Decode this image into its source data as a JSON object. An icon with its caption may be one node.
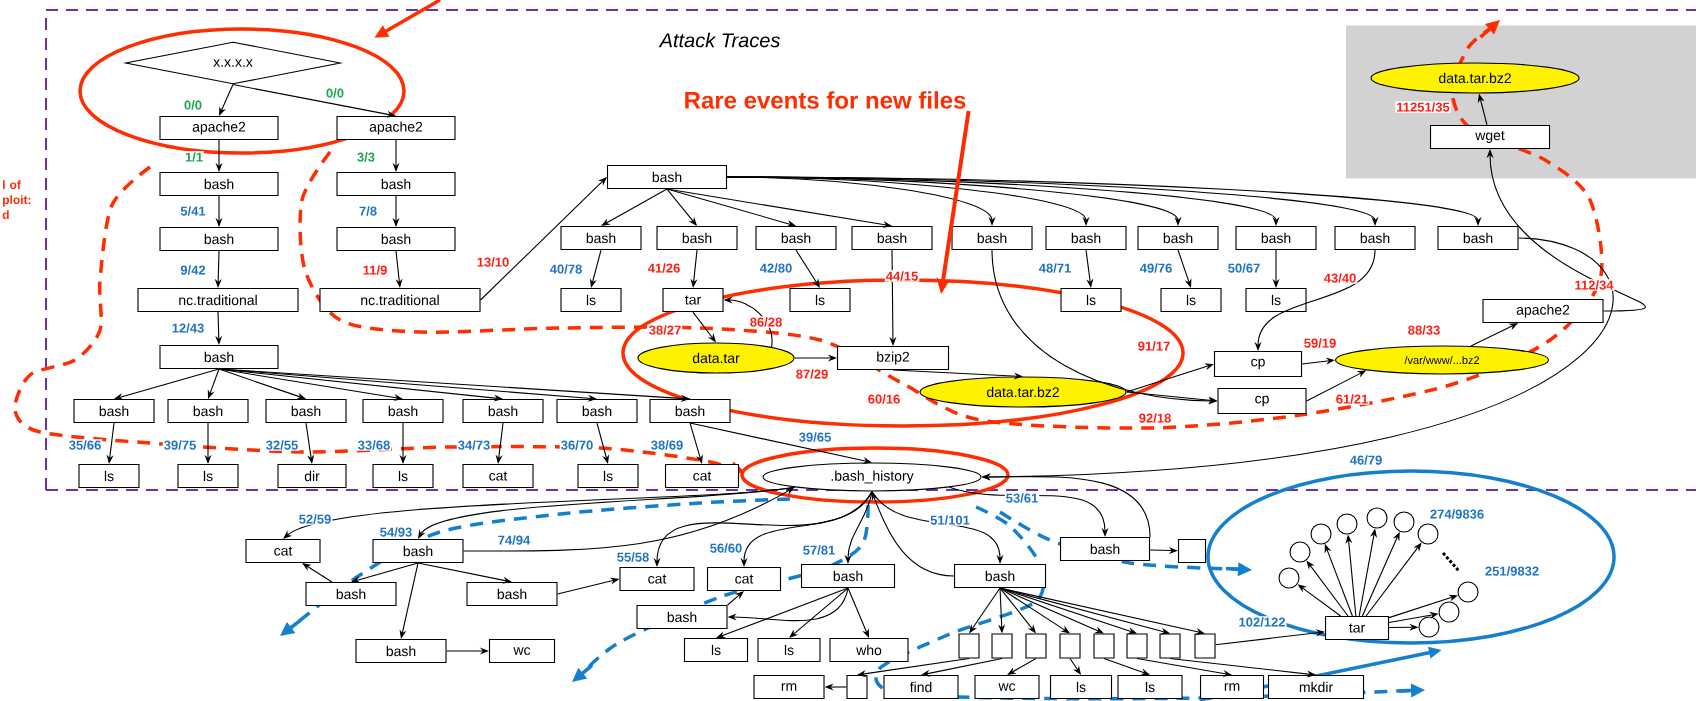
{
  "diagram": {
    "nodes": [
      {
        "text": [
          "Attack Traces"
        ]
      },
      {
        "text": [
          "x.x.x.x"
        ],
        "in": 0
      },
      {
        "text": [
          "apache2"
        ],
        "in": 0
      },
      {
        "text": [
          "apache2"
        ],
        "in": 0
      },
      {
        "text": [
          "bash"
        ],
        "in": 0
      },
      {
        "text": [
          "bash"
        ],
        "in": 0
      },
      {
        "text": [
          "nc.traditional"
        ],
        "in": 0
      },
      {
        "text": [
          "bash"
        ],
        "in": 0
      },
      {
        "text": [
          "bash"
        ],
        "in": 0
      },
      {
        "text": [
          "nc.traditional"
        ],
        "in": 0
      },
      {
        "text": [
          "bash"
        ],
        "in": 0
      },
      {
        "text": [
          "bash"
        ],
        "in": 0
      },
      {
        "text": [
          "bash"
        ],
        "in": 0
      },
      {
        "text": [
          "bash"
        ],
        "in": 0
      },
      {
        "text": [
          "bash"
        ],
        "in": 0
      },
      {
        "text": [
          "bash"
        ],
        "in": 0
      },
      {
        "text": [
          "bash"
        ],
        "in": 0
      },
      {
        "text": [
          "bash"
        ],
        "in": 0
      },
      {
        "text": [
          "ls"
        ],
        "in": 0
      },
      {
        "text": [
          "ls"
        ],
        "in": 0
      },
      {
        "text": [
          "dir"
        ],
        "in": 0
      },
      {
        "text": [
          "ls"
        ],
        "in": 0
      },
      {
        "text": [
          "cat"
        ],
        "in": 0
      },
      {
        "text": [
          "ls"
        ],
        "in": 0
      },
      {
        "text": [
          "cat"
        ],
        "in": 0
      },
      {
        "text": [
          "bash"
        ],
        "in": 0
      },
      {
        "text": [
          "bash"
        ],
        "in": 0
      },
      {
        "text": [
          "bash"
        ],
        "in": 0
      },
      {
        "text": [
          "bash"
        ],
        "in": 0
      },
      {
        "text": [
          "bash"
        ],
        "in": 0
      },
      {
        "text": [
          "bash"
        ],
        "in": 0
      },
      {
        "text": [
          "bash"
        ],
        "in": 0
      },
      {
        "text": [
          "bash"
        ],
        "in": 0
      },
      {
        "text": [
          "bash"
        ],
        "in": 0
      },
      {
        "text": [
          "bash"
        ],
        "in": 0
      },
      {
        "text": [
          "bash"
        ],
        "in": 0
      },
      {
        "text": [
          "ls"
        ],
        "in": 0
      },
      {
        "text": [
          "tar"
        ],
        "in": 0
      },
      {
        "text": [
          "ls"
        ],
        "in": 0
      },
      {
        "text": [
          "ls"
        ],
        "in": 0
      },
      {
        "text": [
          "ls"
        ],
        "in": 0
      },
      {
        "text": [
          "ls"
        ],
        "in": 0
      },
      {
        "text": [
          "data.tar"
        ],
        "in": 0
      },
      {
        "text": [
          "bzip2"
        ],
        "in": 0
      },
      {
        "text": [
          "data.tar.bz2"
        ],
        "in": 0
      },
      {
        "text": [
          "cp"
        ],
        "in": 0
      },
      {
        "text": [
          "cp"
        ],
        "in": 0
      },
      {
        "text": [
          "/var/www/...bz2"
        ],
        "in": 0
      },
      {
        "text": [
          "apache2"
        ],
        "in": 0
      },
      {
        "text": [],
        "shape": "box",
        "in": 0
      },
      {
        "text": [
          "data.tar.bz2"
        ],
        "in": 49
      },
      {
        "text": [
          "wget"
        ],
        "in": 49
      },
      {
        "text": [
          ".bash_history"
        ],
        "in": 0
      },
      {
        "text": [
          "cat"
        ]
      },
      {
        "text": [
          "bash"
        ]
      },
      {
        "text": [
          "bash"
        ]
      },
      {
        "text": [
          "bash"
        ]
      },
      {
        "text": [
          "bash"
        ]
      },
      {
        "text": [
          "wc"
        ]
      },
      {
        "text": [
          "cat"
        ]
      },
      {
        "text": [
          "cat"
        ]
      },
      {
        "text": [
          "bash"
        ]
      },
      {
        "text": [
          "bash"
        ]
      },
      {
        "text": [
          "bash"
        ]
      },
      {
        "text": [
          "ls"
        ]
      },
      {
        "text": [
          "ls"
        ]
      },
      {
        "text": [
          "who"
        ]
      },
      {
        "text": [
          "bash"
        ]
      },
      {
        "text": [],
        "shape": "box"
      },
      {
        "text": [],
        "shape": "box"
      },
      {
        "text": [],
        "shape": "box"
      },
      {
        "text": [],
        "shape": "box"
      },
      {
        "text": [],
        "shape": "box"
      },
      {
        "text": [],
        "shape": "box"
      },
      {
        "text": [],
        "shape": "box"
      },
      {
        "text": [],
        "shape": "box"
      },
      {
        "text": [],
        "shape": "box"
      },
      {
        "text": [
          "rm"
        ]
      },
      {
        "text": [],
        "shape": "box"
      },
      {
        "text": [
          "find"
        ]
      },
      {
        "text": [
          "wc"
        ]
      },
      {
        "text": [
          "ls"
        ]
      },
      {
        "text": [
          "ls"
        ]
      },
      {
        "text": [
          "rm"
        ]
      },
      {
        "text": [
          "mkdir"
        ]
      },
      {
        "text": [
          "tar"
        ]
      },
      {
        "text": [],
        "shape": "circle"
      },
      {
        "text": [],
        "shape": "circle"
      },
      {
        "text": [],
        "shape": "circle"
      },
      {
        "text": [],
        "shape": "circle"
      },
      {
        "text": [],
        "shape": "circle"
      },
      {
        "text": [],
        "shape": "circle"
      },
      {
        "text": [],
        "shape": "circle",
        "beside": [
          "274/9836"
        ]
      },
      {
        "text": [],
        "shape": "circle",
        "beside": [
          "251/9832"
        ]
      },
      {
        "text": [],
        "shape": "circle"
      },
      {
        "text": [],
        "shape": "circle"
      },
      {
        "text": [
          "Rare events for new files"
        ],
        "in": 0
      }
    ],
    "edges": [
      {
        "from": 1,
        "to": 2,
        "arrow": "to",
        "label": "0/0"
      },
      {
        "from": 1,
        "to": 3,
        "arrow": "to",
        "label": "0/0"
      },
      {
        "from": 2,
        "to": 4,
        "arrow": "to",
        "label": "1/1"
      },
      {
        "from": 3,
        "to": 7,
        "arrow": "to",
        "label": "3/3"
      },
      {
        "from": 4,
        "to": 5,
        "arrow": "to",
        "label": "5/41"
      },
      {
        "from": 7,
        "to": 8,
        "arrow": "to",
        "label": "7/8"
      },
      {
        "from": 5,
        "to": 6,
        "arrow": "to",
        "label": "9/42"
      },
      {
        "from": 8,
        "to": 9,
        "arrow": "to",
        "label": "11/9"
      },
      {
        "from": 6,
        "to": 10,
        "arrow": "to",
        "label": "12/43"
      },
      {
        "from": 9,
        "to": 25,
        "arrow": "to",
        "label": "13/10"
      },
      {
        "from": 10,
        "to": 11,
        "arrow": "to"
      },
      {
        "from": 10,
        "to": 12,
        "arrow": "to"
      },
      {
        "from": 10,
        "to": 13,
        "arrow": "to"
      },
      {
        "from": 10,
        "to": 14,
        "arrow": "to"
      },
      {
        "from": 10,
        "to": 15,
        "arrow": "to"
      },
      {
        "from": 10,
        "to": 16,
        "arrow": "to"
      },
      {
        "from": 10,
        "to": 17,
        "arrow": "to"
      },
      {
        "from": 11,
        "to": 18,
        "arrow": "to",
        "label": "35/66"
      },
      {
        "from": 12,
        "to": 19,
        "arrow": "to",
        "label": "39/75"
      },
      {
        "from": 13,
        "to": 20,
        "arrow": "to",
        "label": "32/55"
      },
      {
        "from": 14,
        "to": 21,
        "arrow": "to",
        "label": "33/68"
      },
      {
        "from": 15,
        "to": 22,
        "arrow": "to",
        "label": "34/73"
      },
      {
        "from": 16,
        "to": 23,
        "arrow": "to",
        "label": "36/70"
      },
      {
        "from": 17,
        "to": 24,
        "arrow": "to",
        "label": "38/69"
      },
      {
        "from": 17,
        "to": 52,
        "arrow": "to",
        "label": "39/65"
      },
      {
        "from": 25,
        "to": 26,
        "arrow": "to"
      },
      {
        "from": 25,
        "to": 27,
        "arrow": "to"
      },
      {
        "from": 25,
        "to": 28,
        "arrow": "to"
      },
      {
        "from": 25,
        "to": 29,
        "arrow": "to"
      },
      {
        "from": 25,
        "to": 30,
        "arrow": "to"
      },
      {
        "from": 25,
        "to": 31,
        "arrow": "to"
      },
      {
        "from": 25,
        "to": 32,
        "arrow": "to"
      },
      {
        "from": 25,
        "to": 33,
        "arrow": "to"
      },
      {
        "from": 25,
        "to": 34,
        "arrow": "to"
      },
      {
        "from": 25,
        "to": 35,
        "arrow": "to"
      },
      {
        "from": 26,
        "to": 36,
        "arrow": "to",
        "label": "40/78"
      },
      {
        "from": 27,
        "to": 37,
        "arrow": "to",
        "label": "41/26"
      },
      {
        "from": 28,
        "to": 38,
        "arrow": "to",
        "label": "42/80"
      },
      {
        "from": 29,
        "to": 43,
        "arrow": "to",
        "label": "44/15"
      },
      {
        "from": 31,
        "to": 39,
        "arrow": "to",
        "label": "48/71"
      },
      {
        "from": 32,
        "to": 40,
        "arrow": "to",
        "label": "49/76"
      },
      {
        "from": 33,
        "to": 41,
        "arrow": "to",
        "label": "50/67"
      },
      {
        "from": 34,
        "to": 45,
        "arrow": "to",
        "label": "43/40"
      },
      {
        "from": 30,
        "to": 46,
        "arrow": "to"
      },
      {
        "from": 44,
        "to": 45,
        "arrow": "to",
        "label": "91/17"
      },
      {
        "from": 44,
        "to": 46,
        "arrow": "to",
        "label": "92/18"
      },
      {
        "from": 45,
        "to": 47,
        "arrow": "to",
        "label": "59/19"
      },
      {
        "from": 46,
        "to": 47,
        "arrow": "to",
        "label": "61/21"
      },
      {
        "from": 47,
        "to": 48,
        "arrow": "to",
        "label": "88/33"
      },
      {
        "from": 48,
        "to": 51,
        "arrow": "to",
        "label": "112/34"
      },
      {
        "from": 51,
        "to": 50,
        "arrow": "to",
        "label": "11251/35"
      },
      {
        "from": 42,
        "to": 43,
        "arrow": "to",
        "label": "87/29"
      },
      {
        "from": 43,
        "to": 44,
        "arrow": "to",
        "label": "60/16"
      },
      {
        "from": 37,
        "to": 42,
        "arrow": "to",
        "label": "38/27"
      },
      {
        "from": 42,
        "to": 37,
        "arrow": "to",
        "label": "86/28"
      },
      {
        "from": 35,
        "to": 52,
        "arrow": "to",
        "label": "46/79"
      },
      {
        "from": 52,
        "to": 53,
        "arrow": "to",
        "label": "52/59"
      },
      {
        "from": 52,
        "to": 54,
        "arrow": "to",
        "label": "54/93"
      },
      {
        "from": 54,
        "to": 52,
        "arrow": "to",
        "label": "74/94"
      },
      {
        "from": 54,
        "to": 55,
        "arrow": "to"
      },
      {
        "from": 54,
        "to": 56,
        "arrow": "to"
      },
      {
        "from": 54,
        "to": 57,
        "arrow": "to"
      },
      {
        "from": 55,
        "to": 53,
        "arrow": "to"
      },
      {
        "from": 57,
        "to": 58,
        "arrow": "to"
      },
      {
        "from": 56,
        "to": 59,
        "arrow": "to"
      },
      {
        "from": 52,
        "to": 59,
        "arrow": "to",
        "label": "55/58"
      },
      {
        "from": 52,
        "to": 60,
        "arrow": "to",
        "label": "56/60"
      },
      {
        "from": 52,
        "to": 61,
        "arrow": "to",
        "label": "57/81"
      },
      {
        "from": 52,
        "to": 62,
        "arrow": "to",
        "label": "51/101"
      },
      {
        "from": 62,
        "to": 52,
        "arrow": "to"
      },
      {
        "from": 52,
        "to": 67,
        "arrow": "to",
        "label": "53/61"
      },
      {
        "from": 67,
        "to": 52,
        "arrow": "to"
      },
      {
        "from": 67,
        "to": 68,
        "arrow": "to"
      },
      {
        "from": 63,
        "to": 60,
        "arrow": "to"
      },
      {
        "from": 61,
        "to": 63,
        "arrow": "to"
      },
      {
        "from": 61,
        "to": 64,
        "arrow": "to"
      },
      {
        "from": 61,
        "to": 65,
        "arrow": "to"
      },
      {
        "from": 61,
        "to": 66,
        "arrow": "to"
      },
      {
        "from": 62,
        "to": 69,
        "arrow": "to"
      },
      {
        "from": 62,
        "to": 70,
        "arrow": "to"
      },
      {
        "from": 62,
        "to": 71,
        "arrow": "to"
      },
      {
        "from": 62,
        "to": 72,
        "arrow": "to"
      },
      {
        "from": 62,
        "to": 73,
        "arrow": "to"
      },
      {
        "from": 62,
        "to": 74,
        "arrow": "to"
      },
      {
        "from": 62,
        "to": 75,
        "arrow": "to"
      },
      {
        "from": 62,
        "to": 76,
        "arrow": "to"
      },
      {
        "from": 69,
        "to": 78,
        "arrow": "to"
      },
      {
        "from": 70,
        "to": 79,
        "arrow": "to"
      },
      {
        "from": 71,
        "to": 80,
        "arrow": "to"
      },
      {
        "from": 72,
        "to": 81,
        "arrow": "to"
      },
      {
        "from": 73,
        "to": 82,
        "arrow": "to"
      },
      {
        "from": 74,
        "to": 83,
        "arrow": "to"
      },
      {
        "from": 75,
        "to": 84,
        "arrow": "to"
      },
      {
        "from": 78,
        "to": 77,
        "arrow": "to"
      },
      {
        "from": 76,
        "to": 85,
        "arrow": "to",
        "label": "102/122"
      },
      {
        "from": 85,
        "to": 86,
        "arrow": "to"
      },
      {
        "from": 85,
        "to": 87,
        "arrow": "to"
      },
      {
        "from": 85,
        "to": 88,
        "arrow": "to"
      },
      {
        "from": 85,
        "to": 89,
        "arrow": "to"
      },
      {
        "from": 85,
        "to": 90,
        "arrow": "to"
      },
      {
        "from": 85,
        "to": 91,
        "arrow": "to"
      },
      {
        "from": 85,
        "to": 92,
        "arrow": "to"
      },
      {
        "from": 85,
        "to": 93,
        "arrow": "to"
      },
      {
        "from": 85,
        "to": 94,
        "arrow": "to"
      },
      {
        "from": 85,
        "to": 95,
        "arrow": "to"
      },
      {
        "from": 96,
        "to": null,
        "arrow": "to",
        "style": "thick",
        "color": "#ff2a00"
      }
    ],
    "labels": [
      "l of ploit: d"
    ]
  }
}
